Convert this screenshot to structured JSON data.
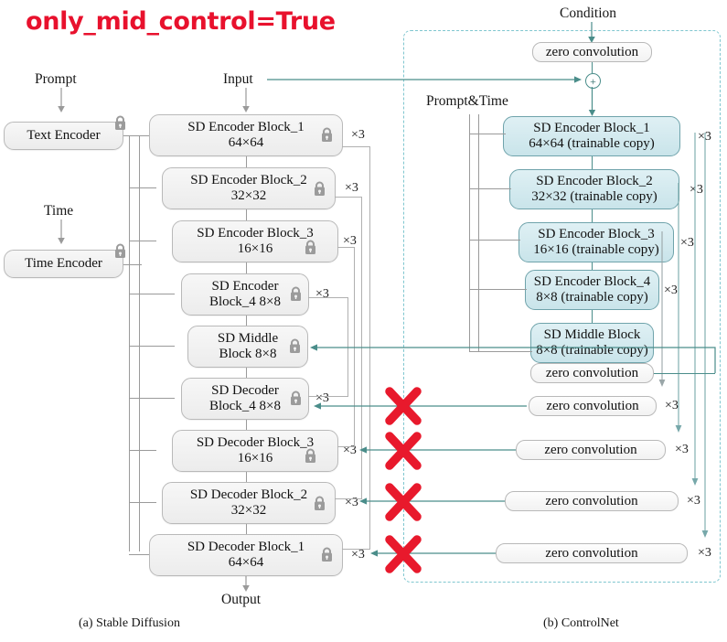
{
  "title": "only_mid_control=True",
  "accent_red": "#e8112d",
  "teal": "#4a8d8a",
  "gray": "#9a9a9a",
  "blue_fill": "#c9e4ea",
  "labels": {
    "prompt": "Prompt",
    "input": "Input",
    "time": "Time",
    "output": "Output",
    "condition": "Condition",
    "prompt_time": "Prompt&Time",
    "plus": "+"
  },
  "captions": {
    "left": "(a) Stable Diffusion",
    "right": "(b) ControlNet"
  },
  "sd": {
    "text_encoder": "Text Encoder",
    "time_encoder": "Time Encoder",
    "blocks": [
      {
        "line1": "SD Encoder Block_1",
        "line2": "64×64",
        "mult": "×3"
      },
      {
        "line1": "SD Encoder Block_2",
        "line2": "32×32",
        "mult": "×3"
      },
      {
        "line1": "SD Encoder Block_3",
        "line2": "16×16",
        "mult": "×3"
      },
      {
        "line1": "SD Encoder",
        "line2": "Block_4 8×8",
        "mult": "×3"
      },
      {
        "line1": "SD Middle",
        "line2": "Block 8×8",
        "mult": ""
      },
      {
        "line1": "SD Decoder",
        "line2": "Block_4 8×8",
        "mult": "×3"
      },
      {
        "line1": "SD Decoder Block_3",
        "line2": "16×16",
        "mult": "×3"
      },
      {
        "line1": "SD Decoder Block_2",
        "line2": "32×32",
        "mult": "×3"
      },
      {
        "line1": "SD Decoder Block_1",
        "line2": "64×64",
        "mult": "×3"
      }
    ]
  },
  "controlnet": {
    "top_zero_conv": "zero convolution",
    "blocks": [
      {
        "line1": "SD Encoder Block_1",
        "line2": "64×64 (trainable copy)",
        "mult": "×3"
      },
      {
        "line1": "SD Encoder Block_2",
        "line2": "32×32 (trainable copy)",
        "mult": "×3"
      },
      {
        "line1": "SD Encoder Block_3",
        "line2": "16×16 (trainable copy)",
        "mult": "×3"
      },
      {
        "line1": "SD Encoder Block_4",
        "line2": "8×8 (trainable copy)",
        "mult": "×3"
      },
      {
        "line1": "SD Middle Block",
        "line2": "8×8 (trainable copy)",
        "mult": ""
      }
    ],
    "middle_zero_conv": "zero convolution",
    "zero_convs": [
      {
        "label": "zero convolution",
        "mult": "×3"
      },
      {
        "label": "zero convolution",
        "mult": "×3"
      },
      {
        "label": "zero convolution",
        "mult": "×3"
      },
      {
        "label": "zero convolution",
        "mult": "×3"
      }
    ]
  },
  "disabled_marks": [
    {
      "name": "cross-decoder-4"
    },
    {
      "name": "cross-decoder-3"
    },
    {
      "name": "cross-decoder-2"
    },
    {
      "name": "cross-decoder-1"
    }
  ]
}
